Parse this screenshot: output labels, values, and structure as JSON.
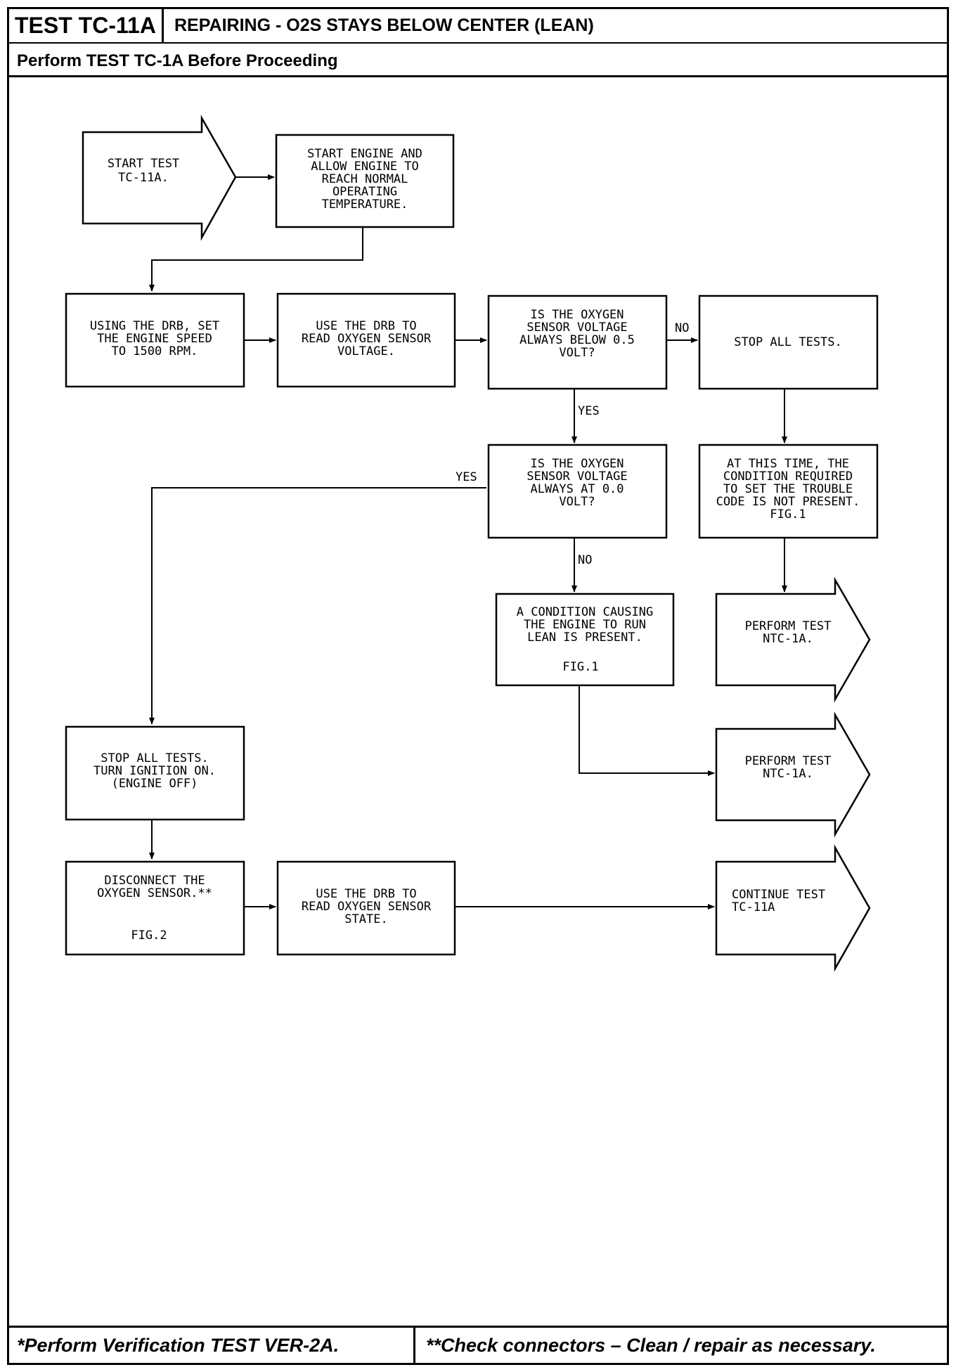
{
  "header": {
    "test_id": "TEST TC-11A",
    "title": "REPAIRING - O2S STAYS BELOW CENTER (LEAN)",
    "prerequisite": "Perform TEST TC-1A Before Proceeding"
  },
  "flowchart": {
    "start": [
      "START TEST",
      "TC-11A."
    ],
    "warm_up": [
      "START ENGINE AND",
      "ALLOW ENGINE TO",
      "REACH NORMAL",
      "OPERATING",
      "TEMPERATURE."
    ],
    "set_speed": [
      "USING THE DRB, SET",
      "THE ENGINE SPEED",
      "TO 1500 RPM."
    ],
    "read_voltage": [
      "USE THE DRB TO",
      "READ OXYGEN SENSOR",
      "VOLTAGE."
    ],
    "q_below": [
      "IS THE OXYGEN",
      "SENSOR VOLTAGE",
      "ALWAYS BELOW 0.5",
      "VOLT?"
    ],
    "stop_tests": [
      "STOP ALL TESTS."
    ],
    "q_zero": [
      "IS THE OXYGEN",
      "SENSOR VOLTAGE",
      "ALWAYS AT 0.0",
      "VOLT?"
    ],
    "not_present": [
      "AT THIS TIME, THE",
      "CONDITION REQUIRED",
      "TO SET THE TROUBLE",
      "CODE IS NOT PRESENT.",
      "FIG.1"
    ],
    "lean_present": [
      "A CONDITION CAUSING",
      "THE ENGINE TO RUN",
      "LEAN IS PRESENT."
    ],
    "lean_fig": "FIG.1",
    "perform_ntc_1": [
      "PERFORM TEST",
      "NTC-1A."
    ],
    "perform_ntc_2": [
      "PERFORM TEST",
      "NTC-1A."
    ],
    "ignition_on": [
      "STOP ALL TESTS.",
      "TURN IGNITION ON.",
      "(ENGINE OFF)"
    ],
    "disconnect": [
      "DISCONNECT THE",
      "OXYGEN SENSOR.**"
    ],
    "disconnect_fig": "FIG.2",
    "read_state": [
      "USE THE DRB TO",
      "READ OXYGEN SENSOR",
      "STATE."
    ],
    "continue": [
      "CONTINUE TEST",
      "TC-11A"
    ],
    "labels": {
      "no_1": "NO",
      "yes_1": "YES",
      "yes_2": "YES",
      "no_2": "NO"
    }
  },
  "footer": {
    "left": "*Perform Verification TEST VER-2A.",
    "right": "**Check connectors – Clean / repair as necessary."
  }
}
